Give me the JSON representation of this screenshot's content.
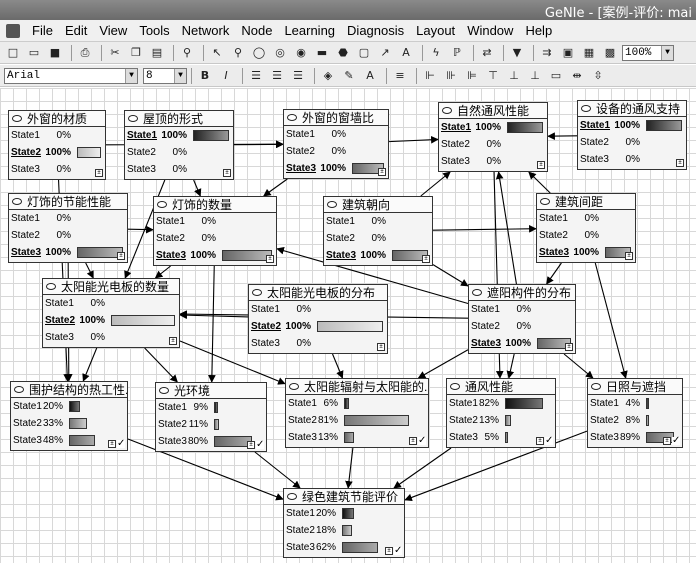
{
  "window": {
    "title": "GeNIe - [案例-评价: mai"
  },
  "menu": [
    "File",
    "Edit",
    "View",
    "Tools",
    "Network",
    "Node",
    "Learning",
    "Diagnosis",
    "Layout",
    "Window",
    "Help"
  ],
  "toolbar": {
    "zoom": "100%",
    "font": "Arial",
    "font_size": "8"
  },
  "nodes": [
    {
      "id": "n1",
      "title": "外窗的材质",
      "rows": [
        {
          "label": "State1",
          "pct": "0%",
          "val": 0
        },
        {
          "label": "State2",
          "pct": "100%",
          "val": 100,
          "bold": true
        },
        {
          "label": "State3",
          "pct": "0%",
          "val": 0
        }
      ],
      "bar": "light"
    },
    {
      "id": "n2",
      "title": "屋顶的形式",
      "rows": [
        {
          "label": "State1",
          "pct": "100%",
          "val": 100,
          "bold": true
        },
        {
          "label": "State2",
          "pct": "0%",
          "val": 0
        },
        {
          "label": "State3",
          "pct": "0%",
          "val": 0
        }
      ],
      "bar": "dark"
    },
    {
      "id": "n3",
      "title": "外窗的窗墙比",
      "rows": [
        {
          "label": "State1",
          "pct": "0%",
          "val": 0
        },
        {
          "label": "State2",
          "pct": "0%",
          "val": 0
        },
        {
          "label": "State3",
          "pct": "100%",
          "val": 100,
          "bold": true
        }
      ],
      "bar": "mid"
    },
    {
      "id": "n4",
      "title": "自然通风性能",
      "rows": [
        {
          "label": "State1",
          "pct": "100%",
          "val": 100,
          "bold": true
        },
        {
          "label": "State2",
          "pct": "0%",
          "val": 0
        },
        {
          "label": "State3",
          "pct": "0%",
          "val": 0
        }
      ],
      "bar": "dark"
    },
    {
      "id": "n5",
      "title": "设备的通风支持",
      "rows": [
        {
          "label": "State1",
          "pct": "100%",
          "val": 100,
          "bold": true
        },
        {
          "label": "State2",
          "pct": "0%",
          "val": 0
        },
        {
          "label": "State3",
          "pct": "0%",
          "val": 0
        }
      ],
      "bar": "dark"
    },
    {
      "id": "n6",
      "title": "灯饰的节能性能",
      "rows": [
        {
          "label": "State1",
          "pct": "0%",
          "val": 0
        },
        {
          "label": "State2",
          "pct": "0%",
          "val": 0
        },
        {
          "label": "State3",
          "pct": "100%",
          "val": 100,
          "bold": true
        }
      ],
      "bar": "mid"
    },
    {
      "id": "n7",
      "title": "灯饰的数量",
      "rows": [
        {
          "label": "State1",
          "pct": "0%",
          "val": 0
        },
        {
          "label": "State2",
          "pct": "0%",
          "val": 0
        },
        {
          "label": "State3",
          "pct": "100%",
          "val": 100,
          "bold": true
        }
      ],
      "bar": "mid"
    },
    {
      "id": "n8",
      "title": "建筑朝向",
      "rows": [
        {
          "label": "State1",
          "pct": "0%",
          "val": 0
        },
        {
          "label": "State2",
          "pct": "0%",
          "val": 0
        },
        {
          "label": "State3",
          "pct": "100%",
          "val": 100,
          "bold": true
        }
      ],
      "bar": "mid"
    },
    {
      "id": "n9",
      "title": "建筑间距",
      "rows": [
        {
          "label": "State1",
          "pct": "0%",
          "val": 0
        },
        {
          "label": "State2",
          "pct": "0%",
          "val": 0
        },
        {
          "label": "State3",
          "pct": "100%",
          "val": 100,
          "bold": true
        }
      ],
      "bar": "mid"
    },
    {
      "id": "n10",
      "title": "太阳能光电板的数量",
      "rows": [
        {
          "label": "State1",
          "pct": "0%",
          "val": 0
        },
        {
          "label": "State2",
          "pct": "100%",
          "val": 100,
          "bold": true
        },
        {
          "label": "State3",
          "pct": "0%",
          "val": 0
        }
      ],
      "bar": "light"
    },
    {
      "id": "n11",
      "title": "太阳能光电板的分布",
      "rows": [
        {
          "label": "State1",
          "pct": "0%",
          "val": 0
        },
        {
          "label": "State2",
          "pct": "100%",
          "val": 100,
          "bold": true
        },
        {
          "label": "State3",
          "pct": "0%",
          "val": 0
        }
      ],
      "bar": "light"
    },
    {
      "id": "n12",
      "title": "遮阳构件的分布",
      "rows": [
        {
          "label": "State1",
          "pct": "0%",
          "val": 0
        },
        {
          "label": "State2",
          "pct": "0%",
          "val": 0
        },
        {
          "label": "State3",
          "pct": "100%",
          "val": 100,
          "bold": true
        }
      ],
      "bar": "mid"
    },
    {
      "id": "n13",
      "title": "围护结构的热工性...",
      "rows": [
        {
          "label": "State1",
          "pct": "20%",
          "val": 20
        },
        {
          "label": "State2",
          "pct": "33%",
          "val": 33
        },
        {
          "label": "State3",
          "pct": "48%",
          "val": 48
        }
      ],
      "multi": true
    },
    {
      "id": "n14",
      "title": "光环境",
      "rows": [
        {
          "label": "State1",
          "pct": "9%",
          "val": 9
        },
        {
          "label": "State2",
          "pct": "11%",
          "val": 11
        },
        {
          "label": "State3",
          "pct": "80%",
          "val": 80
        }
      ],
      "multi": true
    },
    {
      "id": "n15",
      "title": "太阳能辐射与太阳能的...",
      "rows": [
        {
          "label": "State1",
          "pct": "6%",
          "val": 6
        },
        {
          "label": "State2",
          "pct": "81%",
          "val": 81
        },
        {
          "label": "State3",
          "pct": "13%",
          "val": 13
        }
      ],
      "multi": true
    },
    {
      "id": "n16",
      "title": "通风性能",
      "rows": [
        {
          "label": "State1",
          "pct": "82%",
          "val": 82
        },
        {
          "label": "State2",
          "pct": "13%",
          "val": 13
        },
        {
          "label": "State3",
          "pct": "5%",
          "val": 5
        }
      ],
      "multi": true
    },
    {
      "id": "n17",
      "title": "日照与遮挡",
      "rows": [
        {
          "label": "State1",
          "pct": "4%",
          "val": 4
        },
        {
          "label": "State2",
          "pct": "8%",
          "val": 8
        },
        {
          "label": "State3",
          "pct": "89%",
          "val": 89
        }
      ],
      "multi": true
    },
    {
      "id": "n18",
      "title": "绿色建筑节能评价",
      "rows": [
        {
          "label": "State1",
          "pct": "20%",
          "val": 20
        },
        {
          "label": "State2",
          "pct": "18%",
          "val": 18
        },
        {
          "label": "State3",
          "pct": "62%",
          "val": 62
        }
      ],
      "multi": true
    }
  ]
}
